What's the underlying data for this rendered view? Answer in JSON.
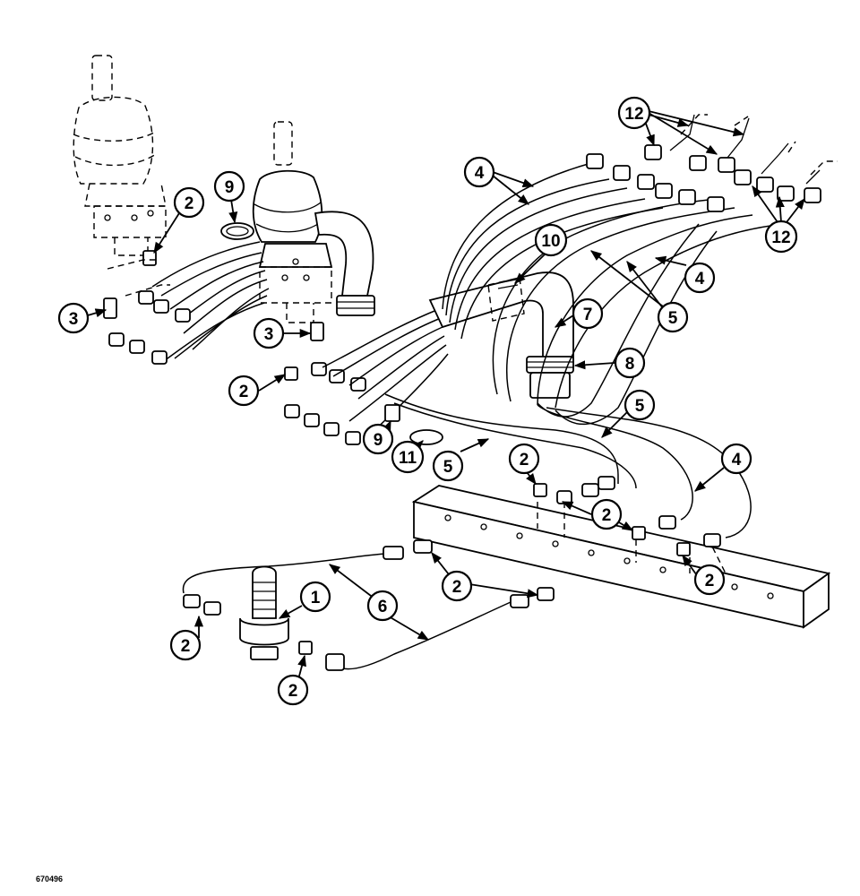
{
  "drawing_id": "670496",
  "callouts": {
    "c1": "1",
    "c2": "2",
    "c3": "3",
    "c4": "4",
    "c5": "5",
    "c6": "6",
    "c7": "7",
    "c8": "8",
    "c9": "9",
    "c10": "10",
    "c11": "11",
    "c12": "12"
  }
}
